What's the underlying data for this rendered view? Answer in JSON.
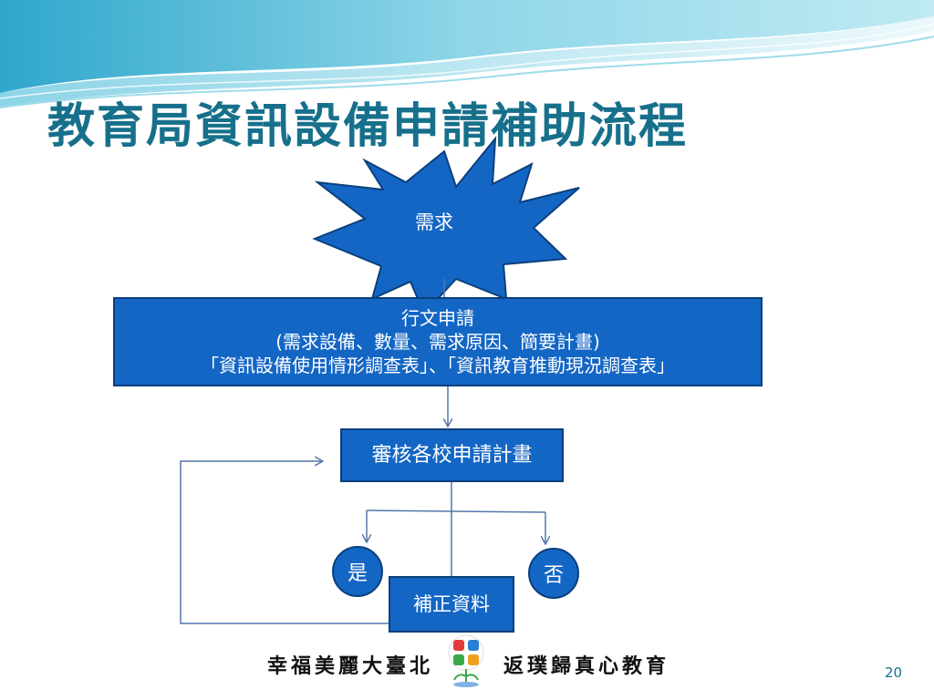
{
  "slide": {
    "title": "教育局資訊設備申請補助流程",
    "page_number": "20"
  },
  "flowchart": {
    "start": "需求",
    "apply": {
      "line1": "行文申請",
      "line2": "(需求設備、數量、需求原因、簡要計畫)",
      "line3": "「資訊設備使用情形調查表」、「資訊教育推動現況調查表」"
    },
    "review": "審核各校申請計畫",
    "yes": "是",
    "no": "否",
    "supplement": "補正資料"
  },
  "footer": {
    "left_slogan": "幸福美麗大臺北",
    "right_slogan": "返璞歸真心教育",
    "logo_icon": "taipei-education-logo-icon"
  },
  "colors": {
    "title": "#17708b",
    "box_fill": "#1466c4",
    "box_border": "#0b3f7c",
    "connector": "#5577aa"
  }
}
